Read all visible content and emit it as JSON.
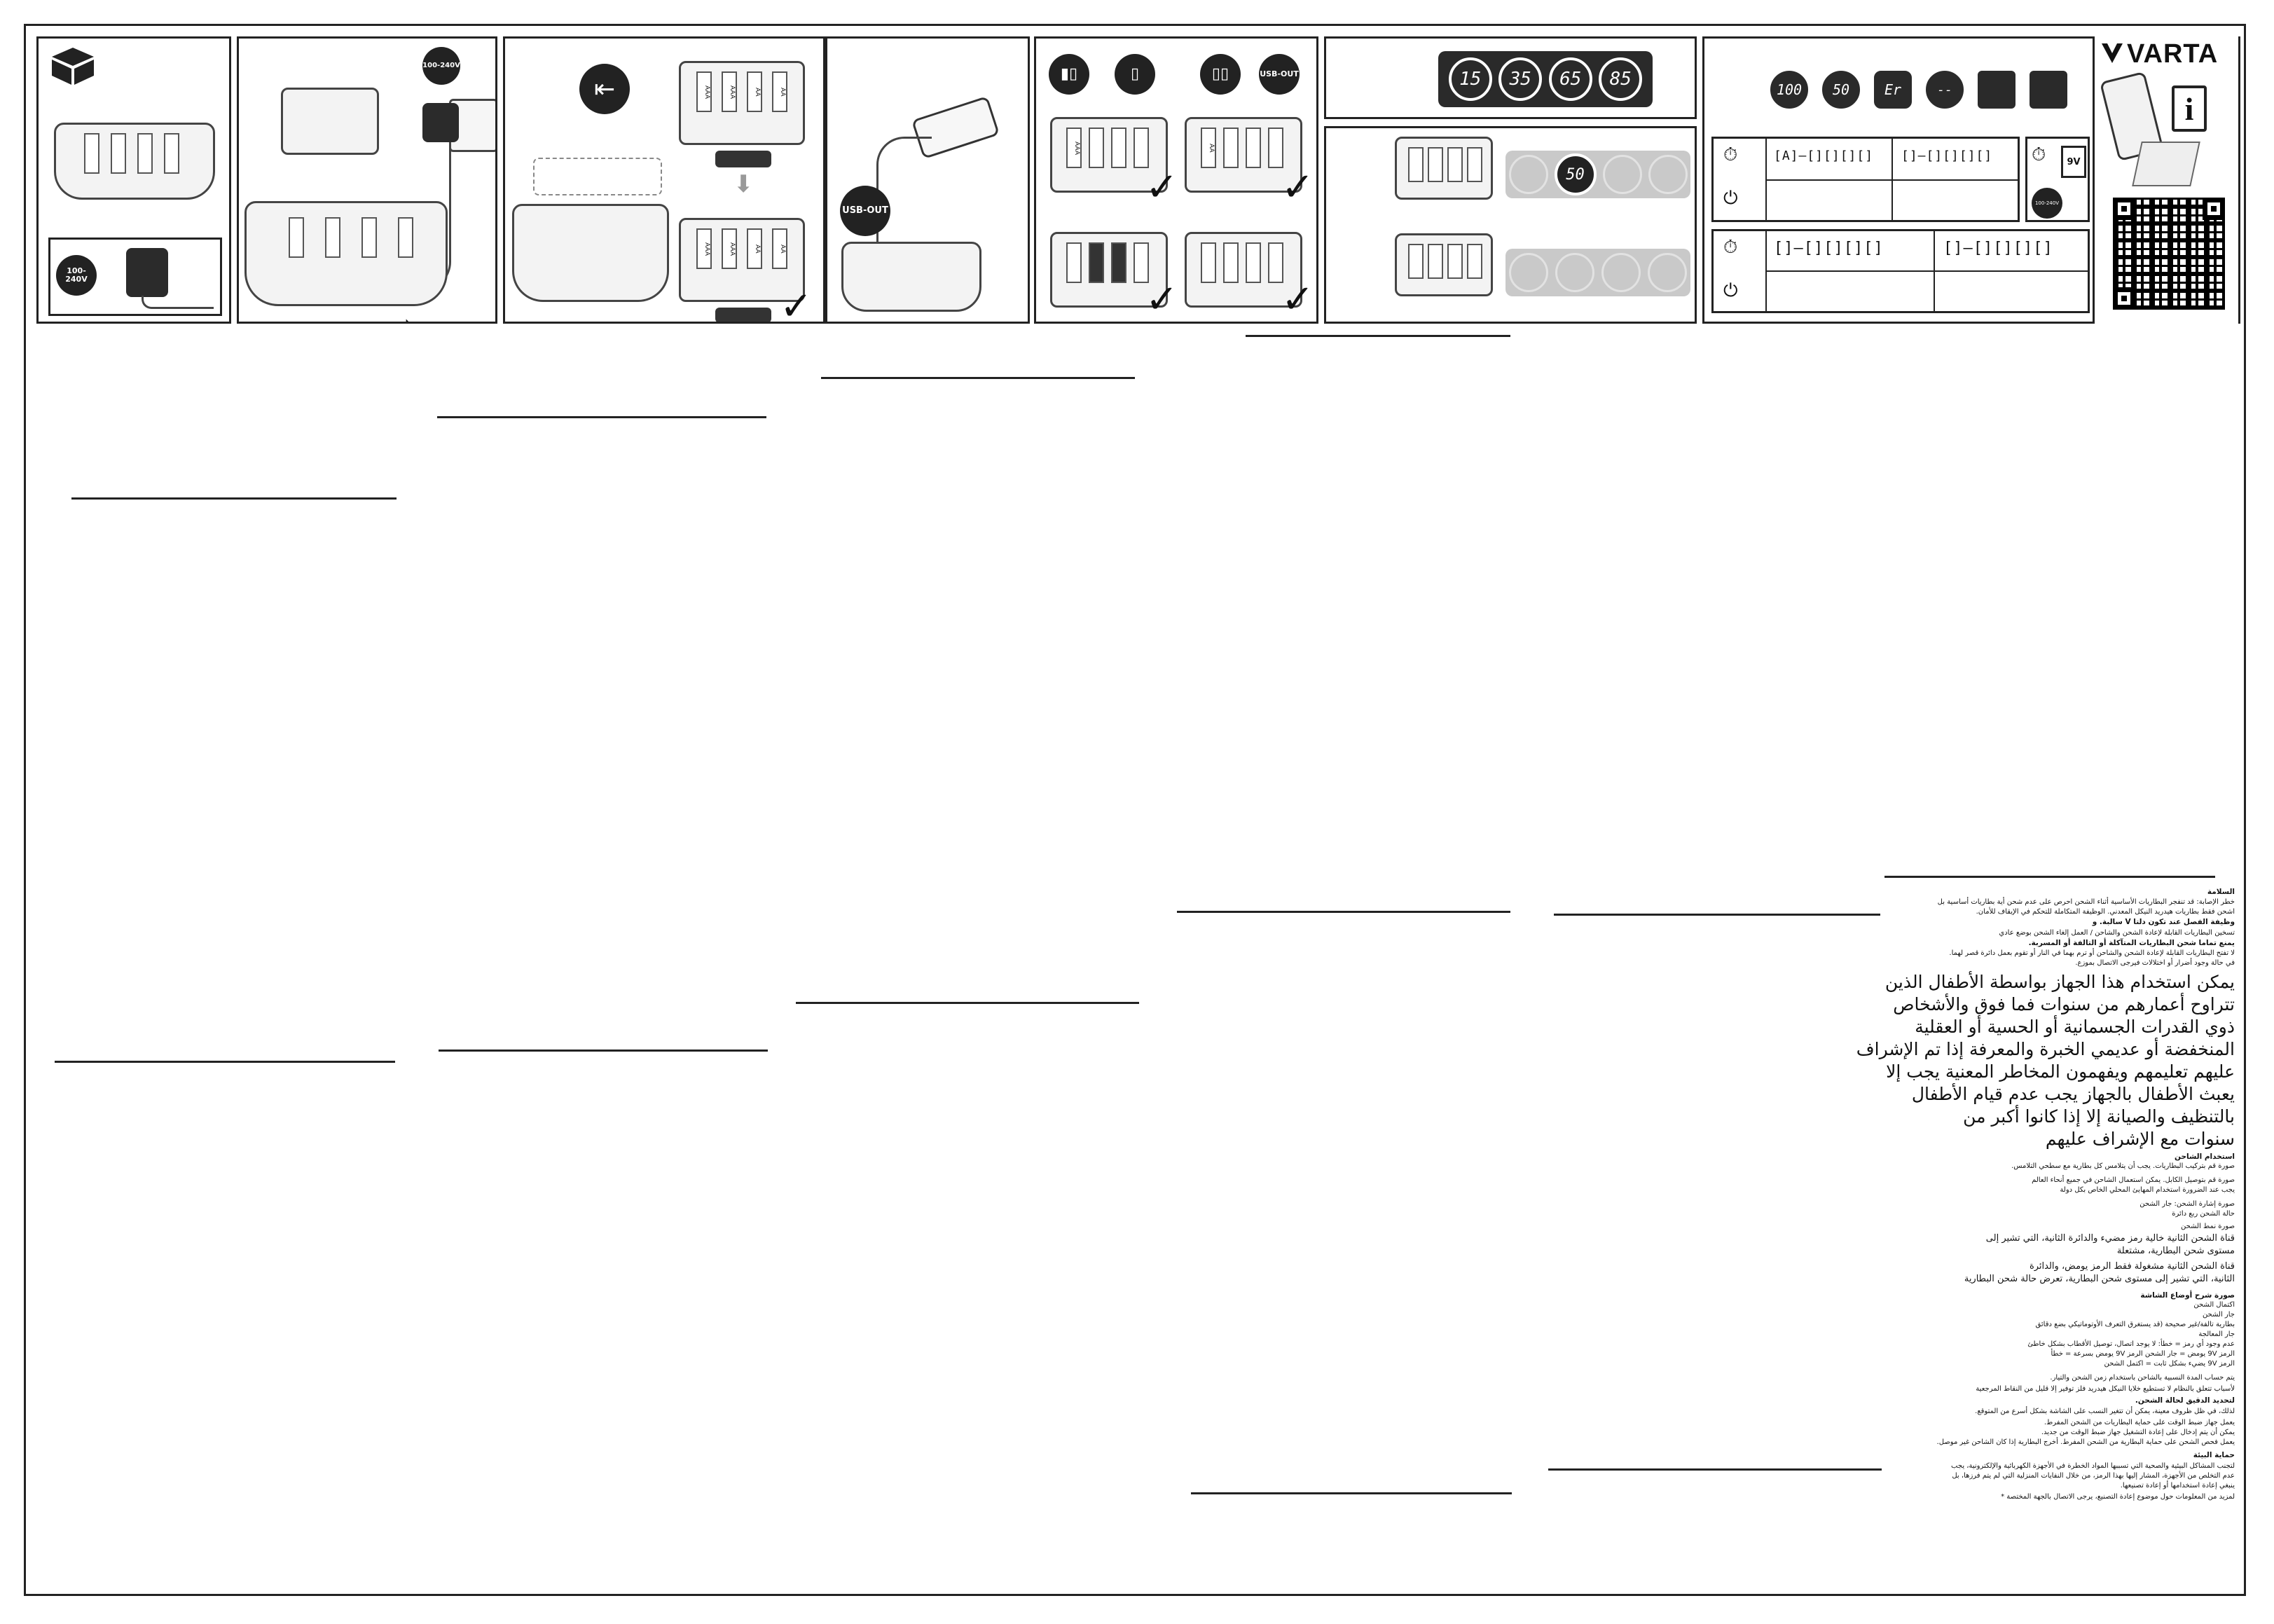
{
  "brand": {
    "logo_text": "VARTA"
  },
  "info_glyph": "i",
  "panel1": {
    "voltage_badge": "100-240V"
  },
  "panel2": {
    "voltage_badge": "100-240V"
  },
  "panel3": {
    "usb_out_badge": "USB-OUT"
  },
  "panel4": {
    "usb_out_badge": "USB-OUT",
    "cell_label_a": "AAA",
    "cell_label_b": "AA"
  },
  "display_top": {
    "values": [
      "15",
      "35",
      "65",
      "85"
    ]
  },
  "display_mid": {
    "value": "50"
  },
  "status_display": {
    "values": [
      "100",
      "50",
      "Er",
      "--",
      "",
      ""
    ]
  },
  "time_table": {
    "row1_left": "[A]–[][][][]",
    "row1_right": "[]–[][][][]",
    "row2_left": "[]–[][][][]",
    "row2_right": "[]–[][][][]",
    "badge_9v": "9V",
    "badge_volt": "100-240V"
  },
  "colors": {
    "line": "#222222",
    "display_bg": "#2a2a2a",
    "display_grey": "#c9c9c9"
  },
  "arabic": {
    "safety_title": "السلامة",
    "safety_lines": [
      "خطر الإصابة: قد تنفجر البطاريات الأساسية أثناء الشحن احرص على عدم شحن أية بطاريات أساسية بل",
      "اشحن فقط بطاريات هيدريد النيكل المعدني. الوظيفة المتكاملة للتحكم في الإيقاف للأمان.",
      "وظيفة الفصل عند تكون دلتا V سالبة.     و",
      "تسخين البطاريات القابلة لإعادة الشحن والشاحن / العمل إلغاء الشحن بوضع عادي",
      "يمنع تماما شحن البطاريات المتآكلة أو التالفة أو المسربة.",
      "لا تفتح البطاريات القابلة لإعادة الشحن والشاحن أو ترم بهما في النار أو تقوم بعمل دائرة قصر لهما.",
      "في حالة وجود أضرار أو اختلالات فيرجى الاتصال بموزع."
    ],
    "children_warning": [
      "يمكن استخدام هذا الجهاز بواسطة الأطفال الذين",
      "تتراوح أعمارهم من     سنوات فما فوق والأشخاص",
      "ذوي القدرات الجسمانية أو الحسية أو العقلية",
      "المنخفضة أو عديمي الخبرة والمعرفة إذا تم الإشراف",
      "عليهم تعليمهم ويفهمون المخاطر المعنية  يجب إلا",
      "يعبث الأطفال بالجهاز  يجب عدم قيام الأطفال",
      "بالتنظيف والصيانة إلا إذا كانوا أكبر من",
      "سنوات مع الإشراف عليهم"
    ],
    "usage_title": "استخدام الشاحن",
    "usage_lines": [
      "صورة   قم بتركيب البطاريات. يجب أن يتلامس كل بطارية مع سطحي التلامس.",
      "صورة   قم بتوصيل الكابل. يمكن استعمال الشاحن في جميع أنحاء العالم",
      "يجب عند الضرورة استخدام المهايئ المحلي الخاص بكل دولة",
      "صورة   إشارة الشحن: جار الشحن",
      "حالة الشحن   ربع دائرة",
      "صورة   نمط الشحن"
    ],
    "channel_lines": [
      "قناة الشحن الثانية خالية  رمز    مضيء والدائرة الثانية، التي تشير إلى",
      "مستوى شحن البطارية، مشتعلة",
      "قناة الشحن الثانية مشغولة         فقط الرمز   يومض، والدائرة",
      "الثانية، التي تشير إلى مستوى شحن البطارية، تعرض حالة شحن البطارية"
    ],
    "display_title": "صورة   شرح أوضاع الشاشة",
    "display_lines": [
      "اكتمال الشحن",
      "جار الشحن",
      "بطارية تالفة/غير صحيحة (قد يستغرق التعرف الأوتوماتيكي بضع دقائق",
      "جار المعالجة",
      "عدم وجود أي رمز = خطأ: لا يوجد اتصال، توصيل الأقطاب بشكل خاطئ",
      "الرمز 9V  يومض = جار الشحن  الرمز 9V يومض بسرعة = خطأ",
      "الرمز 9V  يضيء بشكل ثابت = اكتمل الشحن",
      "يتم حساب المدة النسبية بالشاحن باستخدام زمن الشحن والتيار.",
      "لأسباب تتعلق بالنظام لا تستطيع خلايا النيكل هيدريد فلز توفير إلا قليل من النقاط المرجعية",
      "لتحديد الدقيق لحالة الشحن.",
      "لذلك، في ظل ظروف معينة، يمكن أن تتغير النسب على الشاشة بشكل أسرع من المتوقع.",
      "يعمل جهاز ضبط الوقت على حماية البطاريات من الشحن المفرط.",
      "يمكن أن يتم إدخال على إعادة التشغيل جهاز ضبط الوقت من جديد.",
      "يعمل فحص الشحن على حماية البطارية من الشحن المفرط. أخرج البطارية إذا كان الشاحن غير موصل."
    ],
    "env_title": "حماية البيئة",
    "env_lines": [
      "لتجنب المشاكل البيئية والصحية التي تسببها المواد الخطرة في الأجهزة الكهربائية والإلكترونية، يجب",
      "عدم التخلص من الأجهزة، المشار إليها بهذا الرمز، من خلال النفايات المنزلية التي لم يتم فرزها، بل",
      "ينبغي إعادة استخدامها أو إعادة تصنيعها.",
      "لمزيد من المعلومات حول موضوع إعادة التصنيع، يرجى الاتصال بالجهة المختصة *"
    ]
  }
}
